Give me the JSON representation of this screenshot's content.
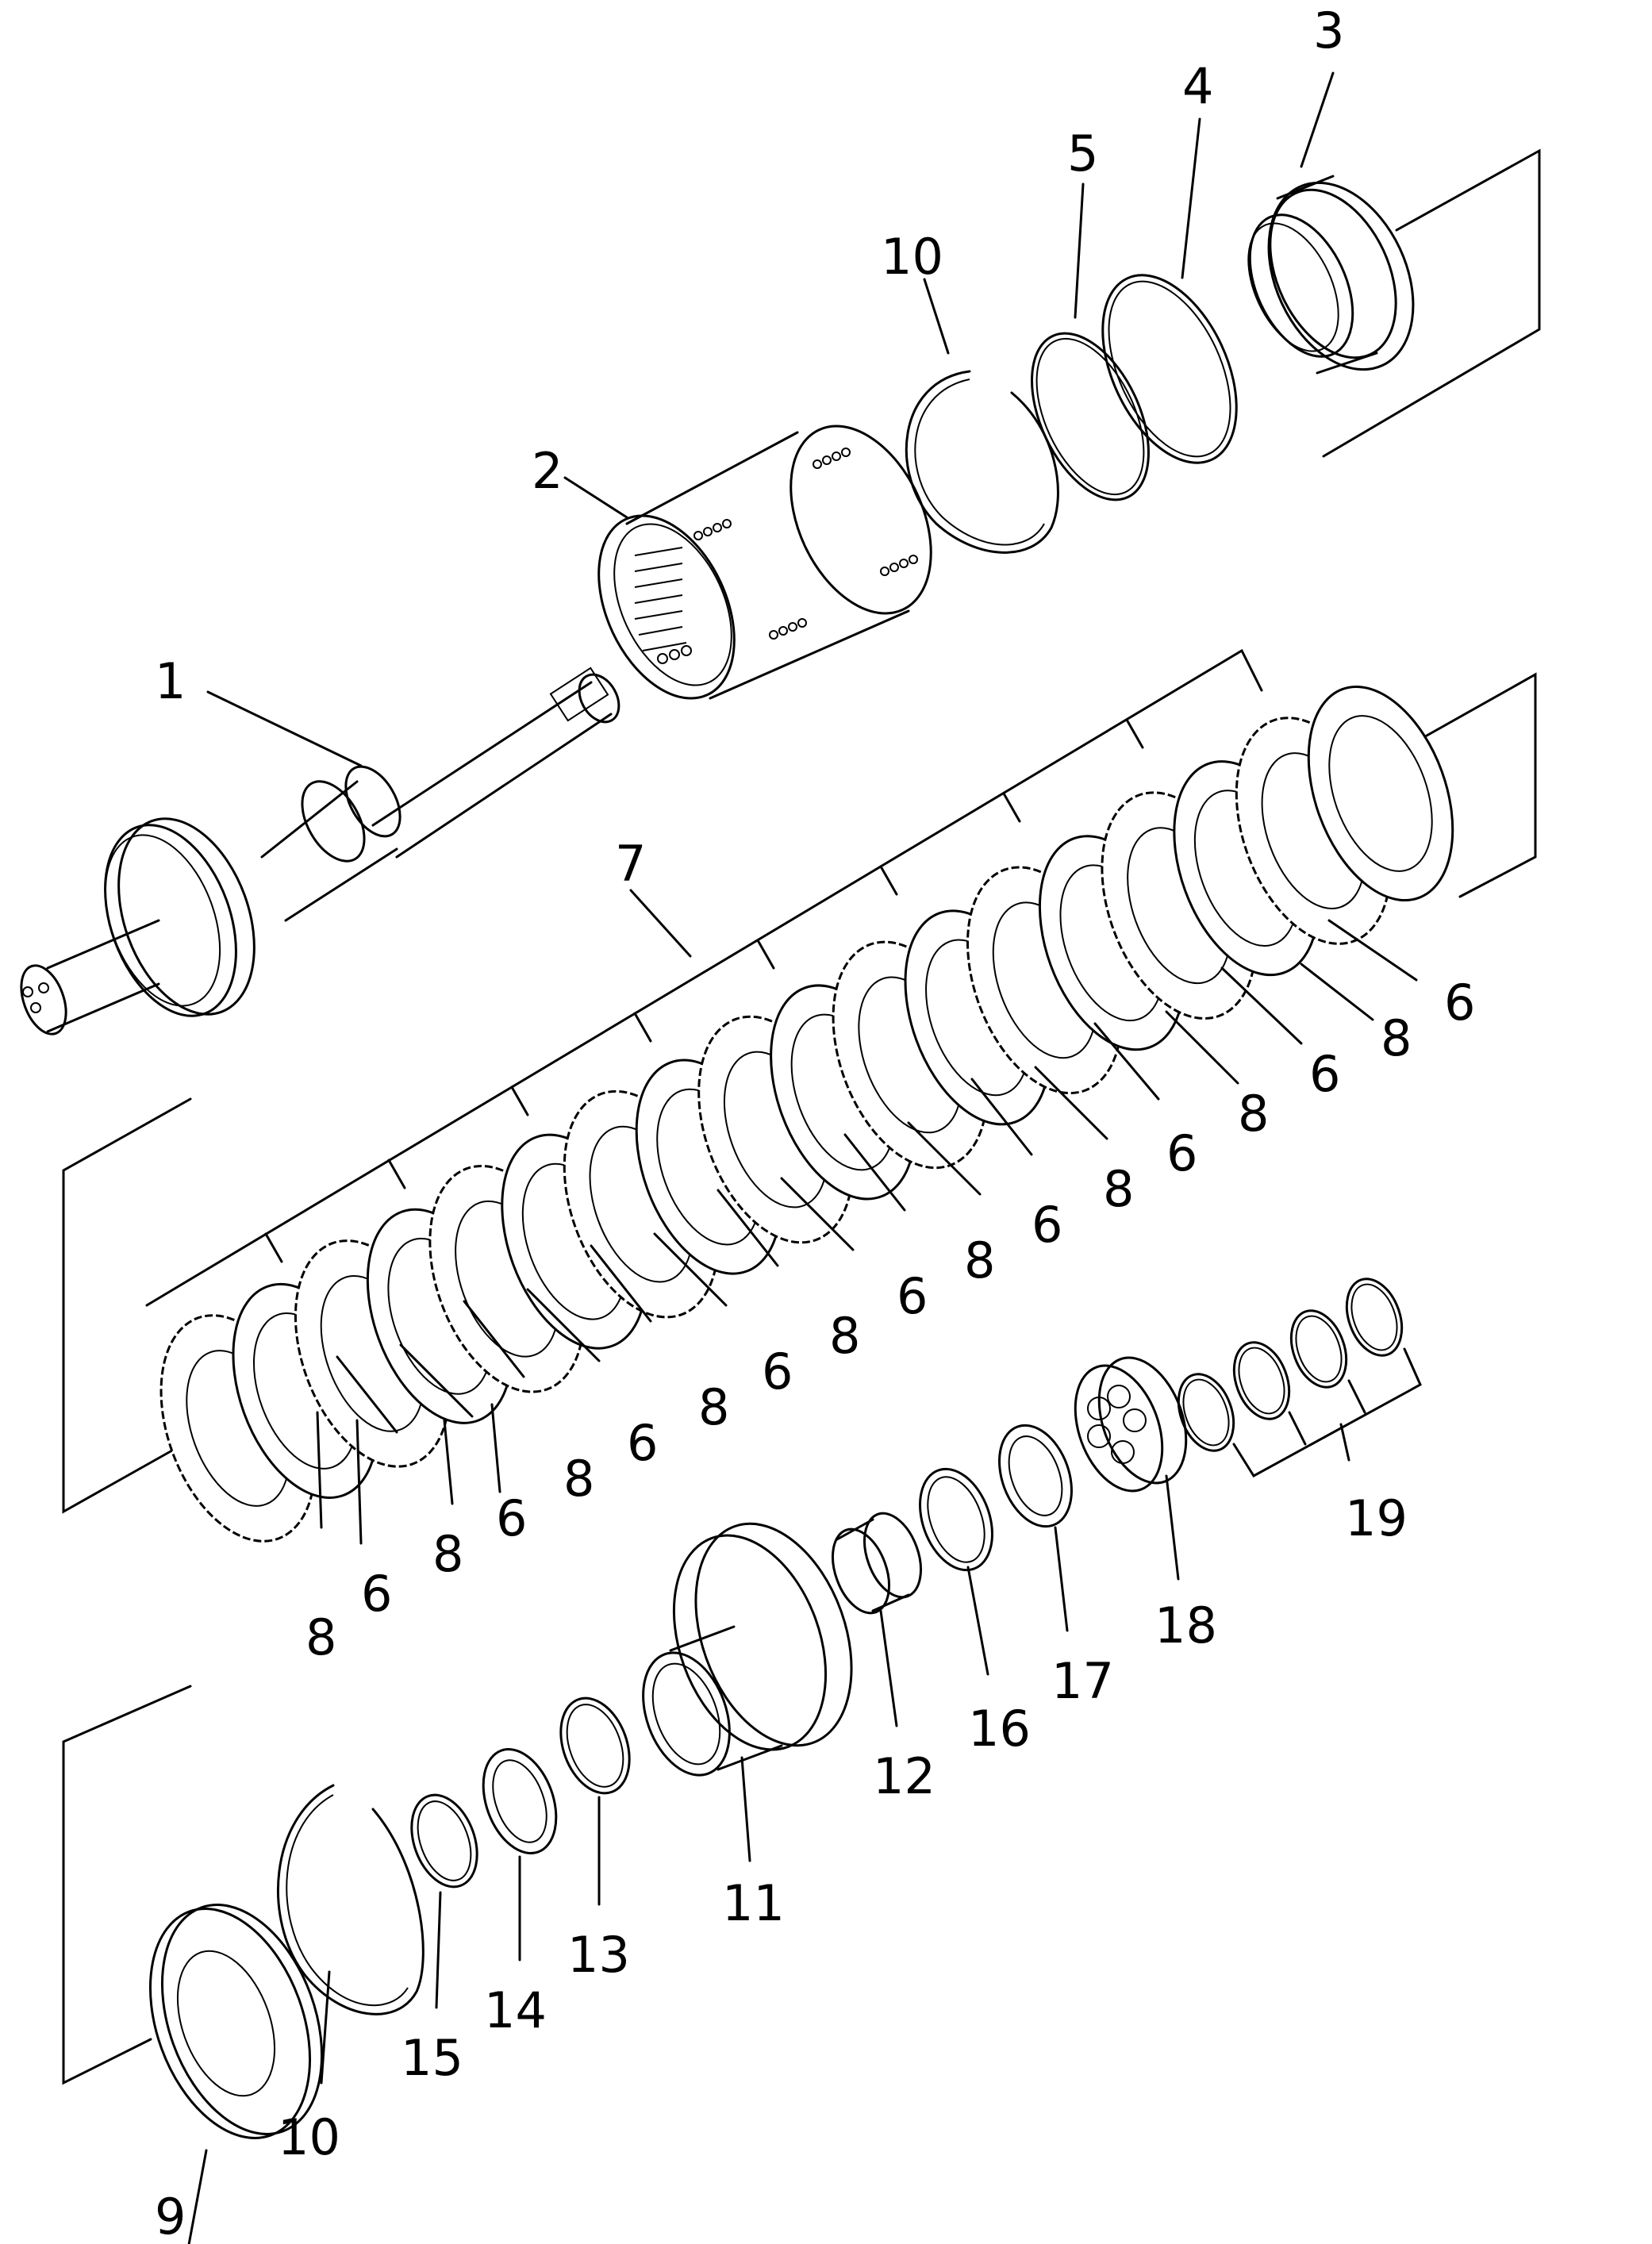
{
  "diagram": {
    "type": "exploded-parts-diagram",
    "callouts": {
      "c1": "1",
      "c2": "2",
      "c3": "3",
      "c4": "4",
      "c5": "5",
      "c6": "6",
      "c7": "7",
      "c8": "8",
      "c9": "9",
      "c10": "10",
      "c11": "11",
      "c12": "12",
      "c13": "13",
      "c14": "14",
      "c15": "15",
      "c16": "16",
      "c17": "17",
      "c18": "18",
      "c19": "19"
    }
  }
}
